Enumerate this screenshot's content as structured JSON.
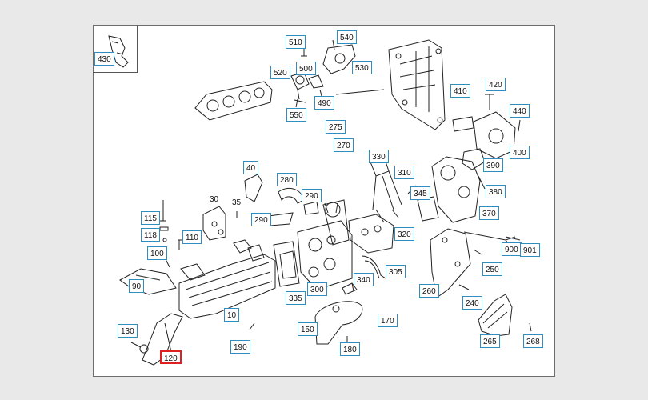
{
  "diagram": {
    "boxed_labels": [
      "430",
      "510",
      "540",
      "530",
      "520",
      "500",
      "490",
      "550",
      "410",
      "420",
      "440",
      "400",
      "275",
      "270",
      "390",
      "330",
      "310",
      "380",
      "40",
      "280",
      "290",
      "345",
      "370",
      "115",
      "110",
      "118",
      "290",
      "320",
      "900",
      "901",
      "100",
      "90",
      "250",
      "305",
      "340",
      "300",
      "335",
      "260",
      "240",
      "10",
      "130",
      "190",
      "150",
      "170",
      "120",
      "180",
      "265",
      "268"
    ],
    "plain_labels": [
      "30",
      "35"
    ],
    "highlighted_label": "120"
  }
}
